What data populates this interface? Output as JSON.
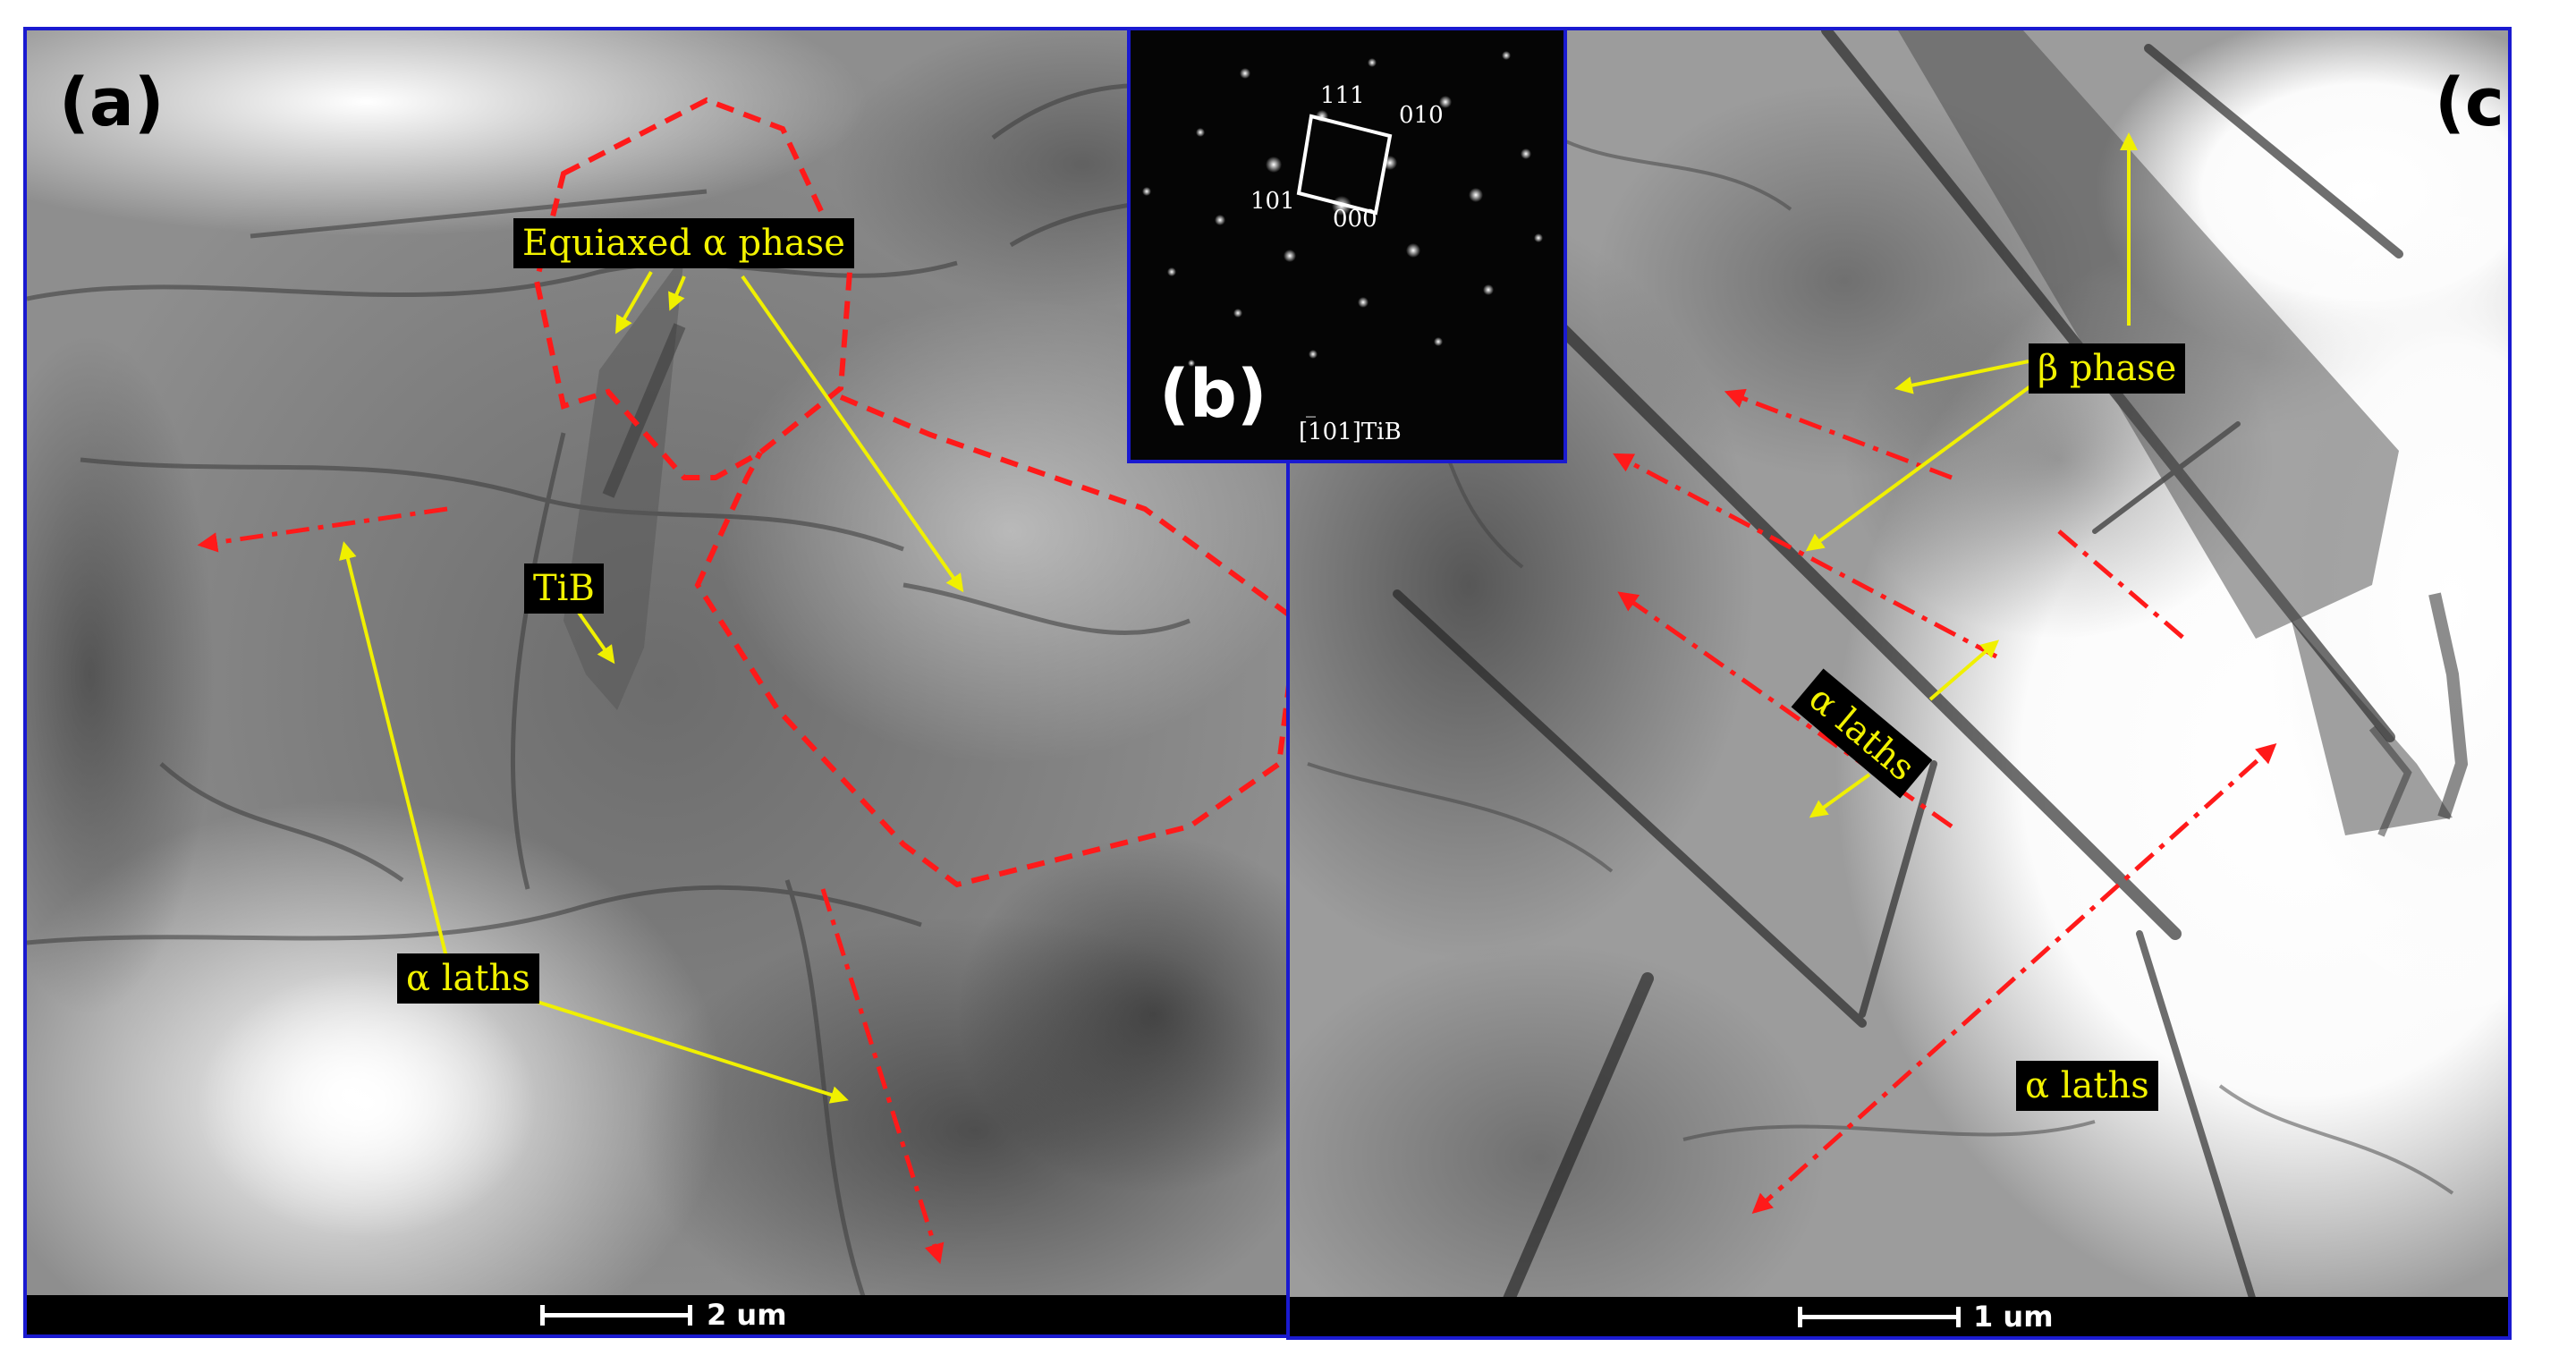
{
  "panel_a": {
    "letter": "(a)",
    "labels": {
      "equiaxed": "Equiaxed α phase",
      "tib": "TiB",
      "alpha_laths": "α laths"
    },
    "scale_bar": "2 um"
  },
  "panel_b": {
    "letter": "(b)",
    "spots": {
      "s111": "111",
      "s010": "010",
      "s101": "101",
      "s000": "000"
    },
    "zone_axis_bar": "_",
    "zone_axis": "[101]TiB"
  },
  "panel_c": {
    "letter": "(c)",
    "labels": {
      "beta": "β phase",
      "alpha_laths_rotated": "α laths",
      "alpha_laths": "α laths"
    },
    "scale_bar": "1 um"
  },
  "colors": {
    "annotation_arrow": "#f0f000",
    "grain_boundary_dash": "#ff1a1a",
    "panel_border": "#1a1ad0",
    "label_text": "#f2f200",
    "label_background": "#000000"
  }
}
